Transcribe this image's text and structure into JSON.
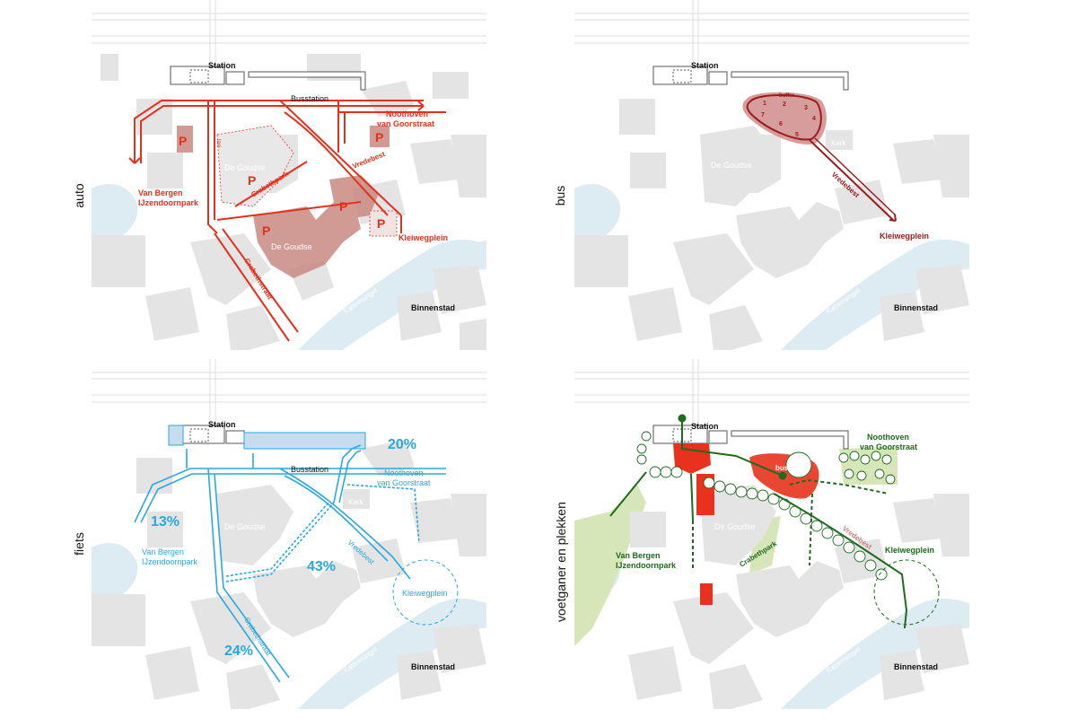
{
  "side_labels": {
    "auto": "auto",
    "bus": "bus",
    "fiets": "fiets",
    "voetganer": "voetganer en plekken"
  },
  "common": {
    "station": "Station",
    "busstation": "Busstation",
    "binnenstad": "Binnenstad",
    "kattensingel": "Kattensingel",
    "kerk": "Kerk",
    "de_goudse": "De Goudse"
  },
  "auto": {
    "noothoven_1": "Noothoven",
    "noothoven_2": "van Goorstraat",
    "van_bergen_1": "Van Bergen",
    "van_bergen_2": "IJzendoornpark",
    "crabethpark": "Crabethpark",
    "crabethstraat": "Crabethstraat",
    "vredebest": "Vredebest",
    "kleiwegplein": "Kleiwegplein",
    "taxi": "taxi",
    "parking": "P"
  },
  "bus": {
    "vredebest": "Vredebest",
    "kleiwegplein": "Kleiwegplein",
    "buffer": "buffer",
    "bays": [
      "1",
      "2",
      "3",
      "4",
      "5",
      "6",
      "7"
    ]
  },
  "fiets": {
    "pct_20": "20%",
    "pct_13": "13%",
    "pct_43": "43%",
    "pct_24": "24%",
    "noothoven_1": "Noothoven",
    "noothoven_2": "van Goorstraat",
    "van_bergen_1": "Van Bergen",
    "van_bergen_2": "IJzendoornpark",
    "vredebest": "Vredebest",
    "kleiwegplein": "Kleiwegplein",
    "crabethstraat": "Crabethstraat"
  },
  "voetganer": {
    "noothoven_1": "Noothoven",
    "noothoven_2": "van Goorstraat",
    "van_bergen_1": "Van Bergen",
    "van_bergen_2": "IJzendoornpark",
    "crabethpark": "Crabethpark",
    "vredebest": "Vredebest",
    "kleiwegplein": "Kleiwegplein",
    "bus": "bus"
  },
  "colors": {
    "auto": "#e2311d",
    "parking_fill": "#c98a82",
    "bus": "#9a1c1c",
    "bus_fill": "#c97b7b",
    "fiets": "#29a8e0",
    "voetganer": "#1e6b1e",
    "park": "#d7e6b8",
    "water": "#dcecf2",
    "building": "#e4e4e4",
    "highlight": "#e8321e"
  }
}
